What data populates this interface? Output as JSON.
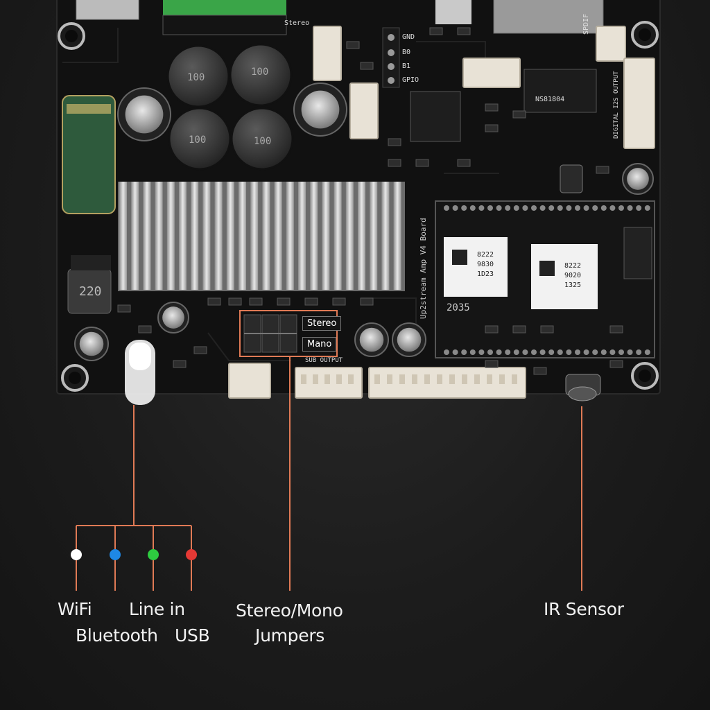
{
  "colors": {
    "background": "#1c1c1c",
    "pcb": "#121212",
    "callout_line": "#e07a55",
    "led_wifi": "#ffffff",
    "led_bluetooth": "#1e88e5",
    "led_line_in": "#2ecc40",
    "led_usb": "#e53935"
  },
  "board": {
    "jumper_labels": [
      "Stereo",
      "Mano"
    ],
    "inductor_marks": [
      "100",
      "100",
      "100",
      "100"
    ],
    "small_inductor_mark": "220",
    "module_chip_1": [
      "8222",
      "9830",
      "1D23"
    ],
    "module_chip_2": [
      "8222",
      "9020",
      "1325"
    ],
    "module_code": "2035",
    "ic_marking": [
      "NS81804"
    ],
    "silkscreen": [
      "GND",
      "B0",
      "B1",
      "GPIO",
      "Stereo",
      "SPDIF",
      "DIGITAL I2S OUTPUT",
      "SUB OUTPUT",
      "Up2stream Amp V4 Board"
    ]
  },
  "icons": [
    "pcb-board-image",
    "led-indicator-icon",
    "ir-sensor-icon",
    "jumper-block-icon"
  ],
  "callouts": {
    "led_labels": {
      "wifi": "WiFi",
      "bluetooth": "Bluetooth",
      "line_in": "Line in",
      "usb": "USB"
    },
    "jumpers": {
      "line1": "Stereo/Mono",
      "line2": "Jumpers"
    },
    "ir_sensor": "IR Sensor"
  }
}
